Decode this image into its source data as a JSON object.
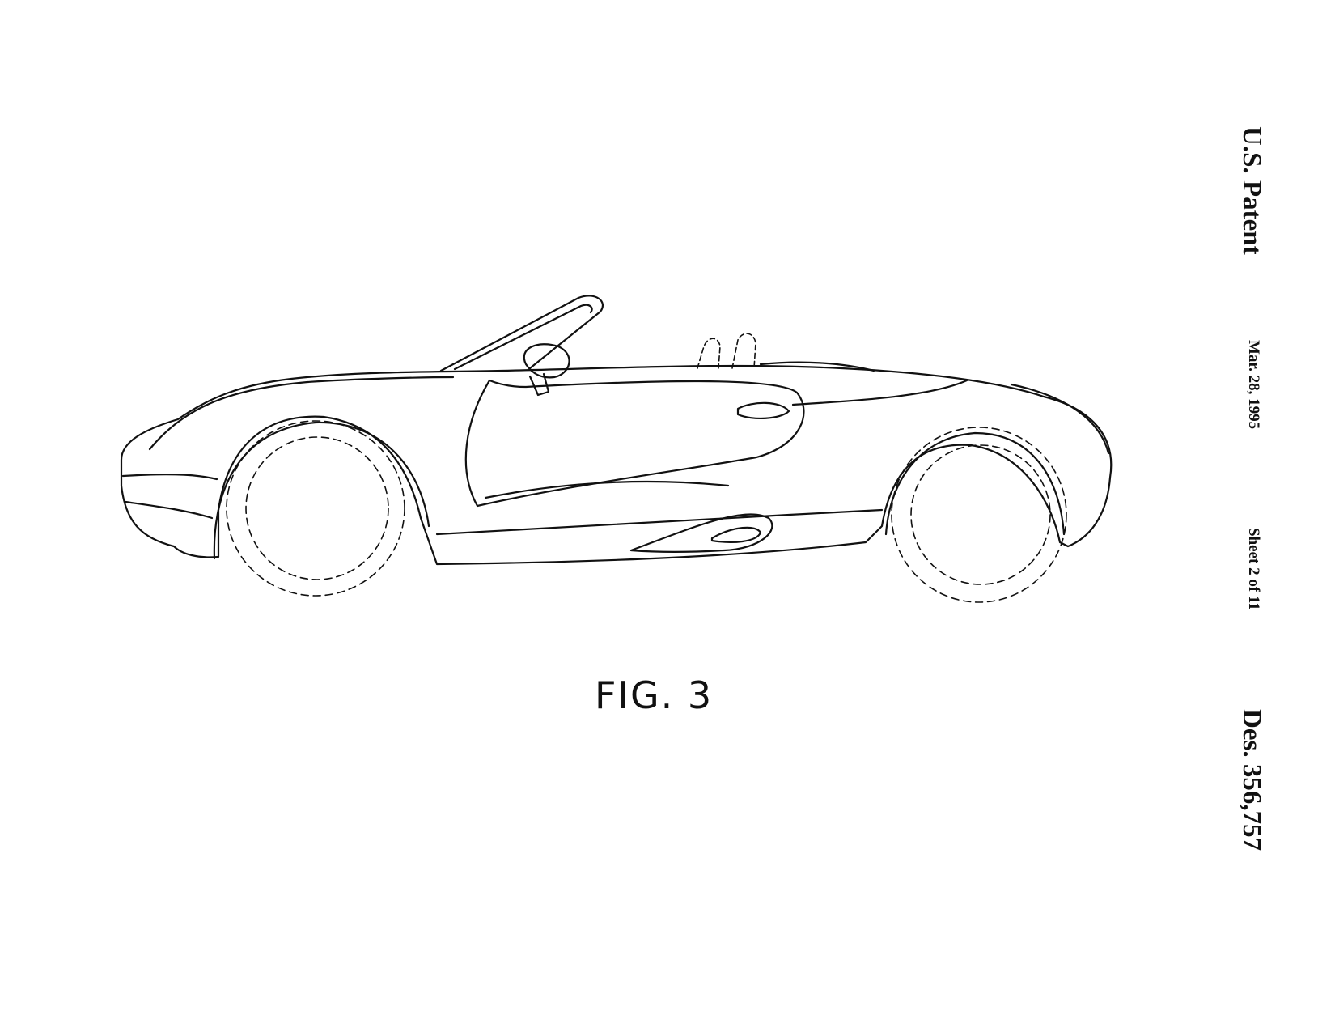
{
  "figure_label": "FIG. 3",
  "header": {
    "title": "U.S. Patent",
    "date": "Mar. 28, 1995",
    "sheet": "Sheet 2 of 11",
    "patent_number": "Des. 356,757"
  }
}
